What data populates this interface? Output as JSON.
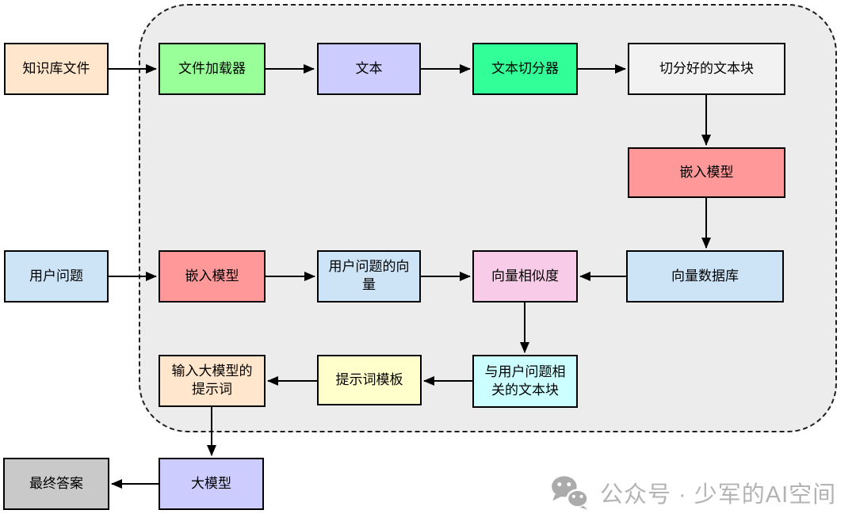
{
  "diagram": {
    "nodes": {
      "kb_file": {
        "label": "知识库文件",
        "color": "#ffe6cc"
      },
      "file_loader": {
        "label": "文件加载器",
        "color": "#99ff99"
      },
      "text": {
        "label": "文本",
        "color": "#ccccff"
      },
      "splitter": {
        "label": "文本切分器",
        "color": "#33ff99"
      },
      "chunks": {
        "label": "切分好的文本块",
        "color": "#f2f2f2"
      },
      "embed_top": {
        "label": "嵌入模型",
        "color": "#ff9999"
      },
      "user_question": {
        "label": "用户问题",
        "color": "#cde4f7"
      },
      "embed_mid": {
        "label": "嵌入模型",
        "color": "#ff9999"
      },
      "question_vector": {
        "label": "用户问题的向量",
        "color": "#cde4f7"
      },
      "similarity": {
        "label": "向量相似度",
        "color": "#f8cce8"
      },
      "vector_db": {
        "label": "向量数据库",
        "color": "#cde4f7"
      },
      "related_chunks": {
        "label": "与用户问题相关的文本块",
        "color": "#ccffff"
      },
      "prompt_template": {
        "label": "提示词模板",
        "color": "#ffffcc"
      },
      "final_prompt": {
        "label": "输入大模型的提示词",
        "color": "#ffe6cc"
      },
      "llm": {
        "label": "大模型",
        "color": "#ccccff"
      },
      "final_answer": {
        "label": "最终答案",
        "color": "#c9c9c9"
      }
    },
    "watermark": {
      "icon": "wechat-icon",
      "text": "公众号 · 少军的AI空间",
      "color": "#b3b3b3"
    }
  }
}
